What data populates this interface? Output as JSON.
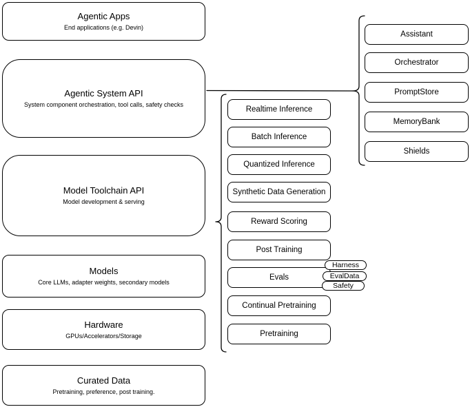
{
  "diagram": {
    "background_color": "#ffffff",
    "stroke_color": "#000000",
    "text_color": "#000000"
  },
  "left_column": [
    {
      "title": "Agentic Apps",
      "subtitle": "End applications (e.g. Devin)"
    },
    {
      "title": "Agentic System API",
      "subtitle": "System component orchestration, tool calls, safety checks"
    },
    {
      "title": "Model Toolchain API",
      "subtitle": "Model development & serving"
    },
    {
      "title": "Models",
      "subtitle": "Core LLMs, adapter weights, secondary models"
    },
    {
      "title": "Hardware",
      "subtitle": "GPUs/Accelerators/Storage"
    },
    {
      "title": "Curated Data",
      "subtitle": "Pretraining, preference, post training."
    }
  ],
  "middle_column": {
    "items": [
      {
        "label": "Realtime Inference"
      },
      {
        "label": "Batch Inference"
      },
      {
        "label": "Quantized Inference"
      },
      {
        "label": "Synthetic Data Generation"
      },
      {
        "label": "Reward Scoring"
      },
      {
        "label": "Post Training"
      },
      {
        "label": "Evals"
      },
      {
        "label": "Continual Pretraining"
      },
      {
        "label": "Pretraining"
      }
    ],
    "evals_tags": [
      {
        "label": "Harness"
      },
      {
        "label": "EvalData"
      },
      {
        "label": "Safety"
      }
    ]
  },
  "right_column": {
    "items": [
      {
        "label": "Assistant"
      },
      {
        "label": "Orchestrator"
      },
      {
        "label": "PromptStore"
      },
      {
        "label": "MemoryBank"
      },
      {
        "label": "Shields"
      }
    ]
  }
}
